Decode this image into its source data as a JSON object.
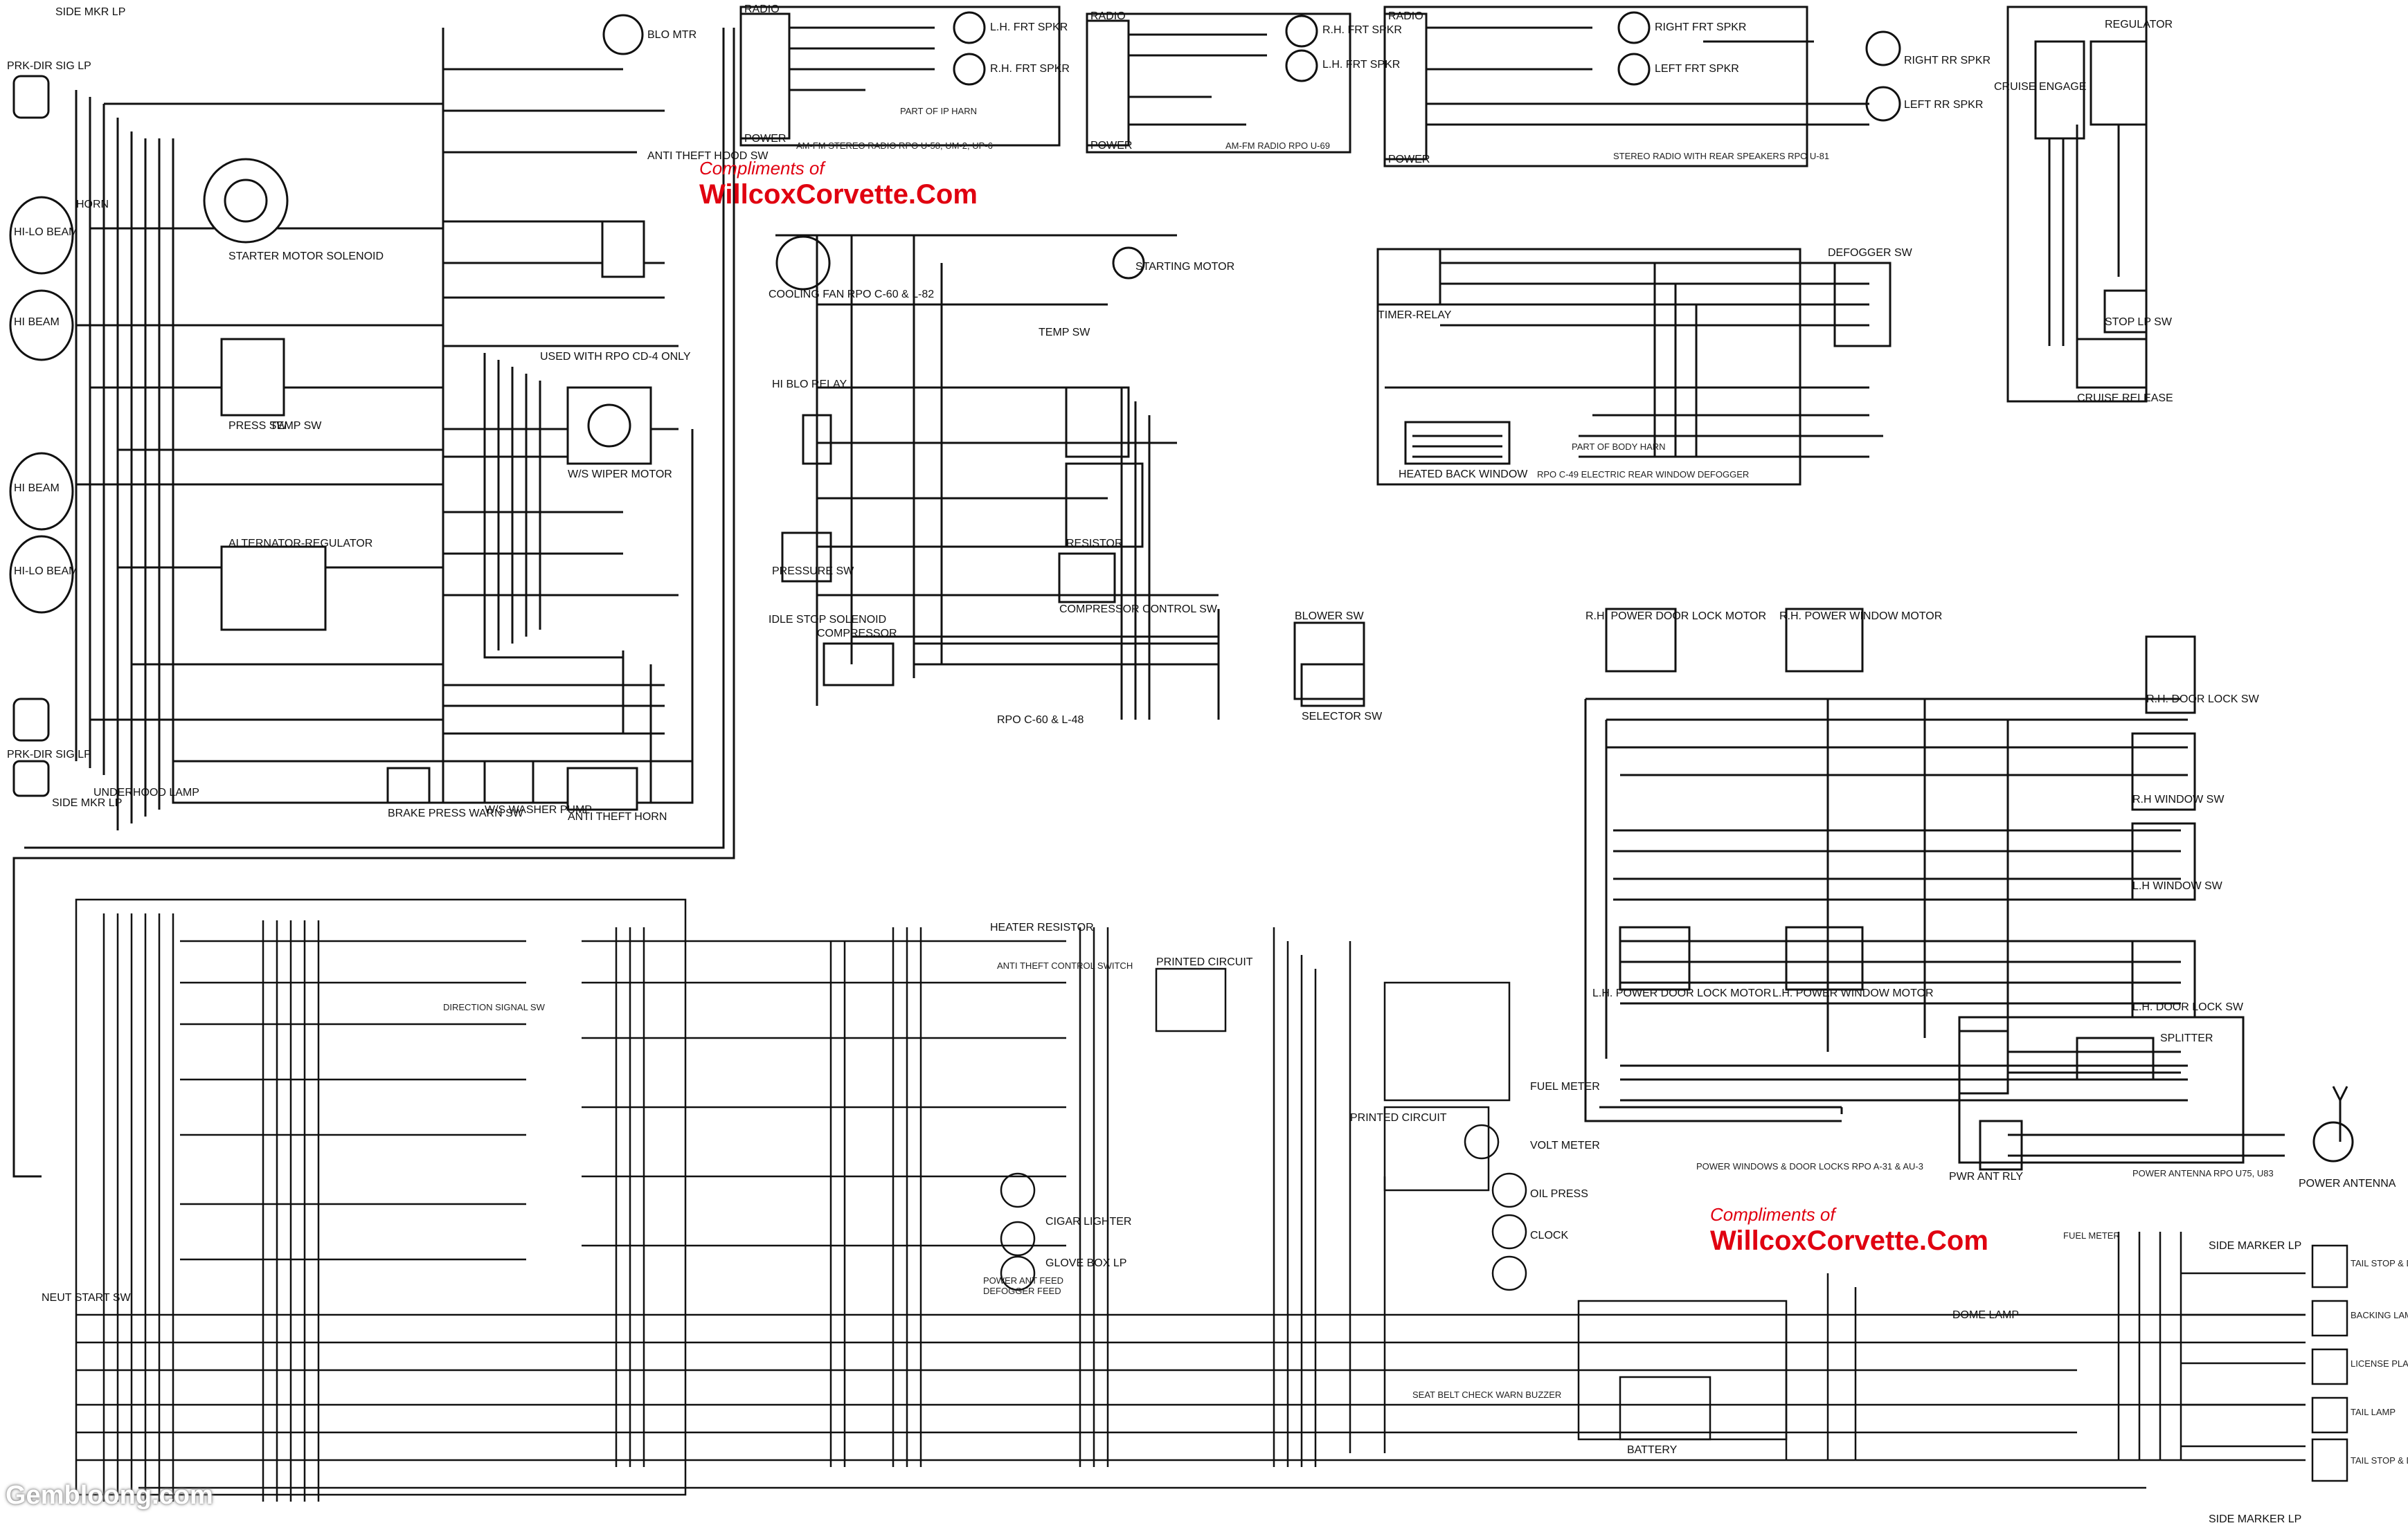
{
  "credits": [
    {
      "line1": "Compliments of",
      "line2": "WillcoxCorvette.Com"
    },
    {
      "line1": "Compliments of",
      "line2": "WillcoxCorvette.Com"
    }
  ],
  "watermark": "Gembloong.com",
  "colors": {
    "wire": "#111111",
    "credit_text": "#e00010",
    "paper": "#ffffff"
  },
  "components": {
    "side_mkr_lp": "SIDE MKR LP",
    "prk_dir_sig_lp": "PRK-DIR SIG LP",
    "horn": "HORN",
    "hi_lo_beam": "HI-LO BEAM",
    "hi_beam": "HI BEAM",
    "starter_motor_solenoid": "STARTER MOTOR SOLENOID",
    "alternator_regulator": "ALTERNATOR-REGULATOR",
    "blo_mtr": "BLO MTR",
    "anti_theft_hood_sw": "ANTI THEFT HOOD SW",
    "wiper_motor": "W/S WIPER MOTOR",
    "used_with_rpo": "USED WITH RPO CD-4 ONLY",
    "press_sw": "PRESS SW",
    "temp_sw": "TEMP SW",
    "underhood_lamp": "UNDERHOOD LAMP",
    "brake_press_warn_sw": "BRAKE PRESS WARN SW",
    "ws_washer_pump": "W/S WASHER PUMP",
    "anti_theft_horn": "ANTI THEFT HORN",
    "radio": "RADIO",
    "power": "POWER",
    "lh_frt_spkr": "L.H. FRT SPKR",
    "rh_frt_spkr": "R.H. FRT SPKR",
    "part_of_ip_harn": "PART OF IP HARN",
    "am_fm_stereo_radio": "AM-FM STEREO RADIO RPO U-58, UM-2, UP-6",
    "am_fm_radio": "AM-FM RADIO RPO U-69",
    "right_frt_spkr": "RIGHT FRT SPKR",
    "left_frt_spkr": "LEFT FRT SPKR",
    "right_rr_spkr": "RIGHT RR SPKR",
    "left_rr_spkr": "LEFT RR SPKR",
    "stereo_radio_rear": "STEREO RADIO WITH REAR SPEAKERS RPO U-81",
    "cooling_fan": "COOLING FAN RPO C-60 & L-82",
    "starting_motor": "STARTING MOTOR",
    "temp_sw2": "TEMP SW",
    "hi_blo_relay": "HI BLO RELAY",
    "resistor": "RESISTOR",
    "pressure_sw": "PRESSURE SW",
    "compressor_control_sw": "COMPRESSOR CONTROL SW",
    "idle_stop_solenoid": "IDLE STOP SOLENOID",
    "compressor": "COMPRESSOR",
    "blower_sw": "BLOWER SW",
    "selector_sw": "SELECTOR SW",
    "rpo_c60": "RPO C-60 & L-48",
    "timer_relay": "TIMER-RELAY",
    "defogger_sw": "DEFOGGER SW",
    "heated_back_window": "HEATED BACK WINDOW",
    "part_of_body_harn": "PART OF BODY HARN",
    "rpo_c49": "RPO C-49 ELECTRIC REAR WINDOW DEFOGGER",
    "regulator": "REGULATOR",
    "cruise_engage": "CRUISE ENGAGE",
    "stop_lp_sw": "STOP LP SW",
    "cruise_release": "CRUISE RELEASE",
    "rh_power_door_lock_motor": "R.H. POWER DOOR LOCK MOTOR",
    "rh_power_window_motor": "R.H. POWER WINDOW MOTOR",
    "rh_door_lock_sw": "R.H. DOOR LOCK SW",
    "rh_window_sw": "R.H WINDOW SW",
    "lh_window_sw": "L.H WINDOW SW",
    "lh_power_door_lock_motor": "L.H. POWER DOOR LOCK MOTOR",
    "lh_power_window_motor": "L.H. POWER WINDOW MOTOR",
    "lh_door_lock_sw": "L.H. DOOR LOCK SW",
    "power_windows_door_locks": "POWER WINDOWS & DOOR LOCKS RPO A-31 & AU-3",
    "splitter": "SPLITTER",
    "pwr_ant_relay": "PWR ANT RLY",
    "power_antenna": "POWER ANTENNA",
    "power_antenna_rpo": "POWER ANTENNA RPO U75, U83",
    "direction_signal_sw": "DIRECTION SIGNAL SW",
    "neut_start_sw": "NEUT START SW",
    "printed_circuit": "PRINTED CIRCUIT",
    "heater_resistor": "HEATER RESISTOR",
    "anti_theft_control_switch": "ANTI THEFT CONTROL SWITCH",
    "cigar_lighter": "CIGAR LIGHTER",
    "glove_box_lp": "GLOVE BOX LP",
    "defogger_feed": "DEFOGGER FEED",
    "power_ant_feed": "POWER ANT FEED",
    "fuel_meter": "FUEL METER",
    "volt_meter": "VOLT METER",
    "oil_press": "OIL PRESS",
    "clock": "CLOCK",
    "battery": "BATTERY",
    "dome_lamp": "DOME LAMP",
    "side_marker_lp": "SIDE MARKER LP",
    "tail_stop_dir_signal": "TAIL STOP & DIR SIGNAL",
    "backing_lamp": "BACKING LAMP",
    "license_plate_lamp": "LICENSE PLATE LAMP",
    "tail_lamp": "TAIL LAMP",
    "seat_belt_warning": "SEAT BELT CHECK WARN BUZZER",
    "fuel_meter_rear": "FUEL METER"
  }
}
